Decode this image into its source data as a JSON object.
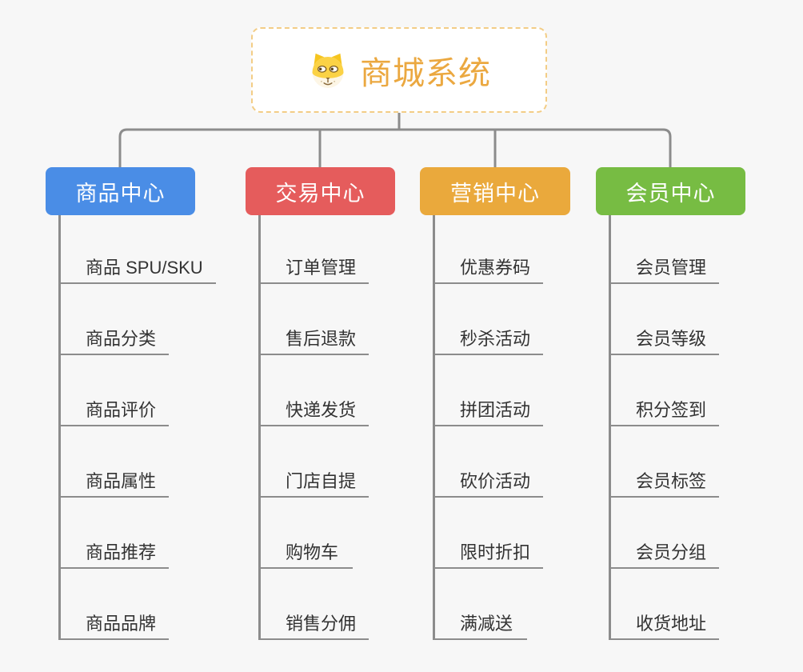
{
  "theme": {
    "bg": "#f7f7f7",
    "line": "#8c8c8c",
    "accent": "#eba840",
    "rootBorder": "#f3cd86"
  },
  "root": {
    "title": "商城系统",
    "icon": "dog-face-icon"
  },
  "branches": [
    {
      "label": "商品中心",
      "color": "#4a8de6",
      "children": [
        "商品 SPU/SKU",
        "商品分类",
        "商品评价",
        "商品属性",
        "商品推荐",
        "商品品牌"
      ]
    },
    {
      "label": "交易中心",
      "color": "#e55c5c",
      "children": [
        "订单管理",
        "售后退款",
        "快递发货",
        "门店自提",
        "购物车",
        "销售分佣"
      ]
    },
    {
      "label": "营销中心",
      "color": "#eaa93c",
      "children": [
        "优惠券码",
        "秒杀活动",
        "拼团活动",
        "砍价活动",
        "限时折扣",
        "满减送"
      ]
    },
    {
      "label": "会员中心",
      "color": "#77bc43",
      "children": [
        "会员管理",
        "会员等级",
        "积分签到",
        "会员标签",
        "会员分组",
        "收货地址"
      ]
    }
  ]
}
